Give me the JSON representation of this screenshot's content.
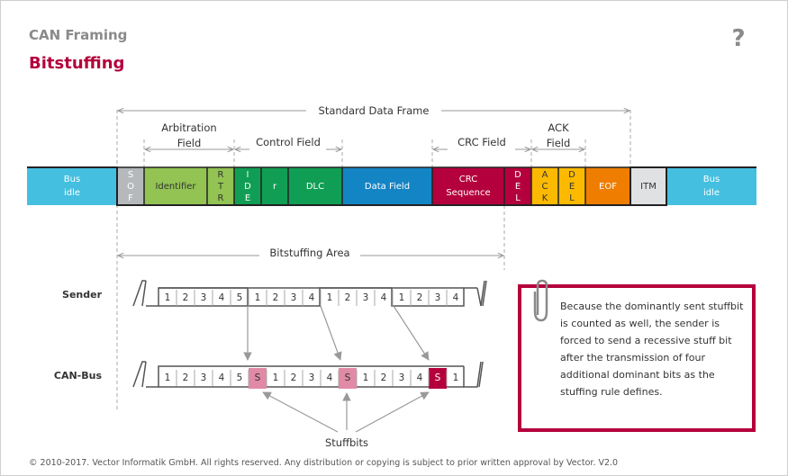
{
  "header": {
    "subtitle": "CAN Framing",
    "title": "Bitstuffing",
    "help_label": "?"
  },
  "frame": {
    "standard_data_frame": "Standard Data Frame",
    "arbitration_field": [
      "Arbitration",
      "Field"
    ],
    "control_field": "Control Field",
    "crc_field": "CRC Field",
    "ack_field": [
      "ACK",
      "Field"
    ],
    "segments": {
      "bus_idle_left": [
        "Bus",
        "idle"
      ],
      "sof": [
        "S",
        "O",
        "F"
      ],
      "identifier": "Identifier",
      "rtr": [
        "R",
        "T",
        "R"
      ],
      "ide": [
        "I",
        "D",
        "E"
      ],
      "r": "r",
      "dlc": "DLC",
      "data_field": "Data Field",
      "crc_sequence": [
        "CRC",
        "Sequence"
      ],
      "crc_del": [
        "D",
        "E",
        "L"
      ],
      "ack": [
        "A",
        "C",
        "K"
      ],
      "ack_del": [
        "D",
        "E",
        "L"
      ],
      "eof": "EOF",
      "itm": "ITM",
      "bus_idle_right": [
        "Bus",
        "idle"
      ]
    },
    "colors": {
      "bus_idle": "#44bfdf",
      "sof": "#b5b9bc",
      "arbitration": "#92c353",
      "control": "#109e54",
      "data": "#1485c4",
      "crc": "#b4003c",
      "ack": "#fbb900",
      "eof": "#ee7d00",
      "itm": "#dfe1e3"
    }
  },
  "bitstuffing": {
    "area_label": "Bitstuffing Area",
    "sender_label": "Sender",
    "canbus_label": "CAN-Bus",
    "stuffbits_label": "Stuffbits",
    "sender_bits": [
      "1",
      "2",
      "3",
      "4",
      "5",
      "1",
      "2",
      "3",
      "4",
      "1",
      "2",
      "3",
      "4",
      "1",
      "2",
      "3",
      "4"
    ],
    "canbus_bits": [
      "1",
      "2",
      "3",
      "4",
      "5",
      "S",
      "1",
      "2",
      "3",
      "4",
      "S",
      "1",
      "2",
      "3",
      "4",
      "S",
      "1"
    ],
    "stuff_symbol": "S"
  },
  "note": {
    "text": "Because the dominantly sent stuffbit is counted as well, the sender is forced to send a recessive stuff bit after the transmission of four additional dominant bits as the stuffing rule defines."
  },
  "footer": {
    "copyright": "© 2010-2017. Vector Informatik GmbH. All rights reserved. Any distribution or copying is subject to prior written approval by Vector. V2.0"
  }
}
